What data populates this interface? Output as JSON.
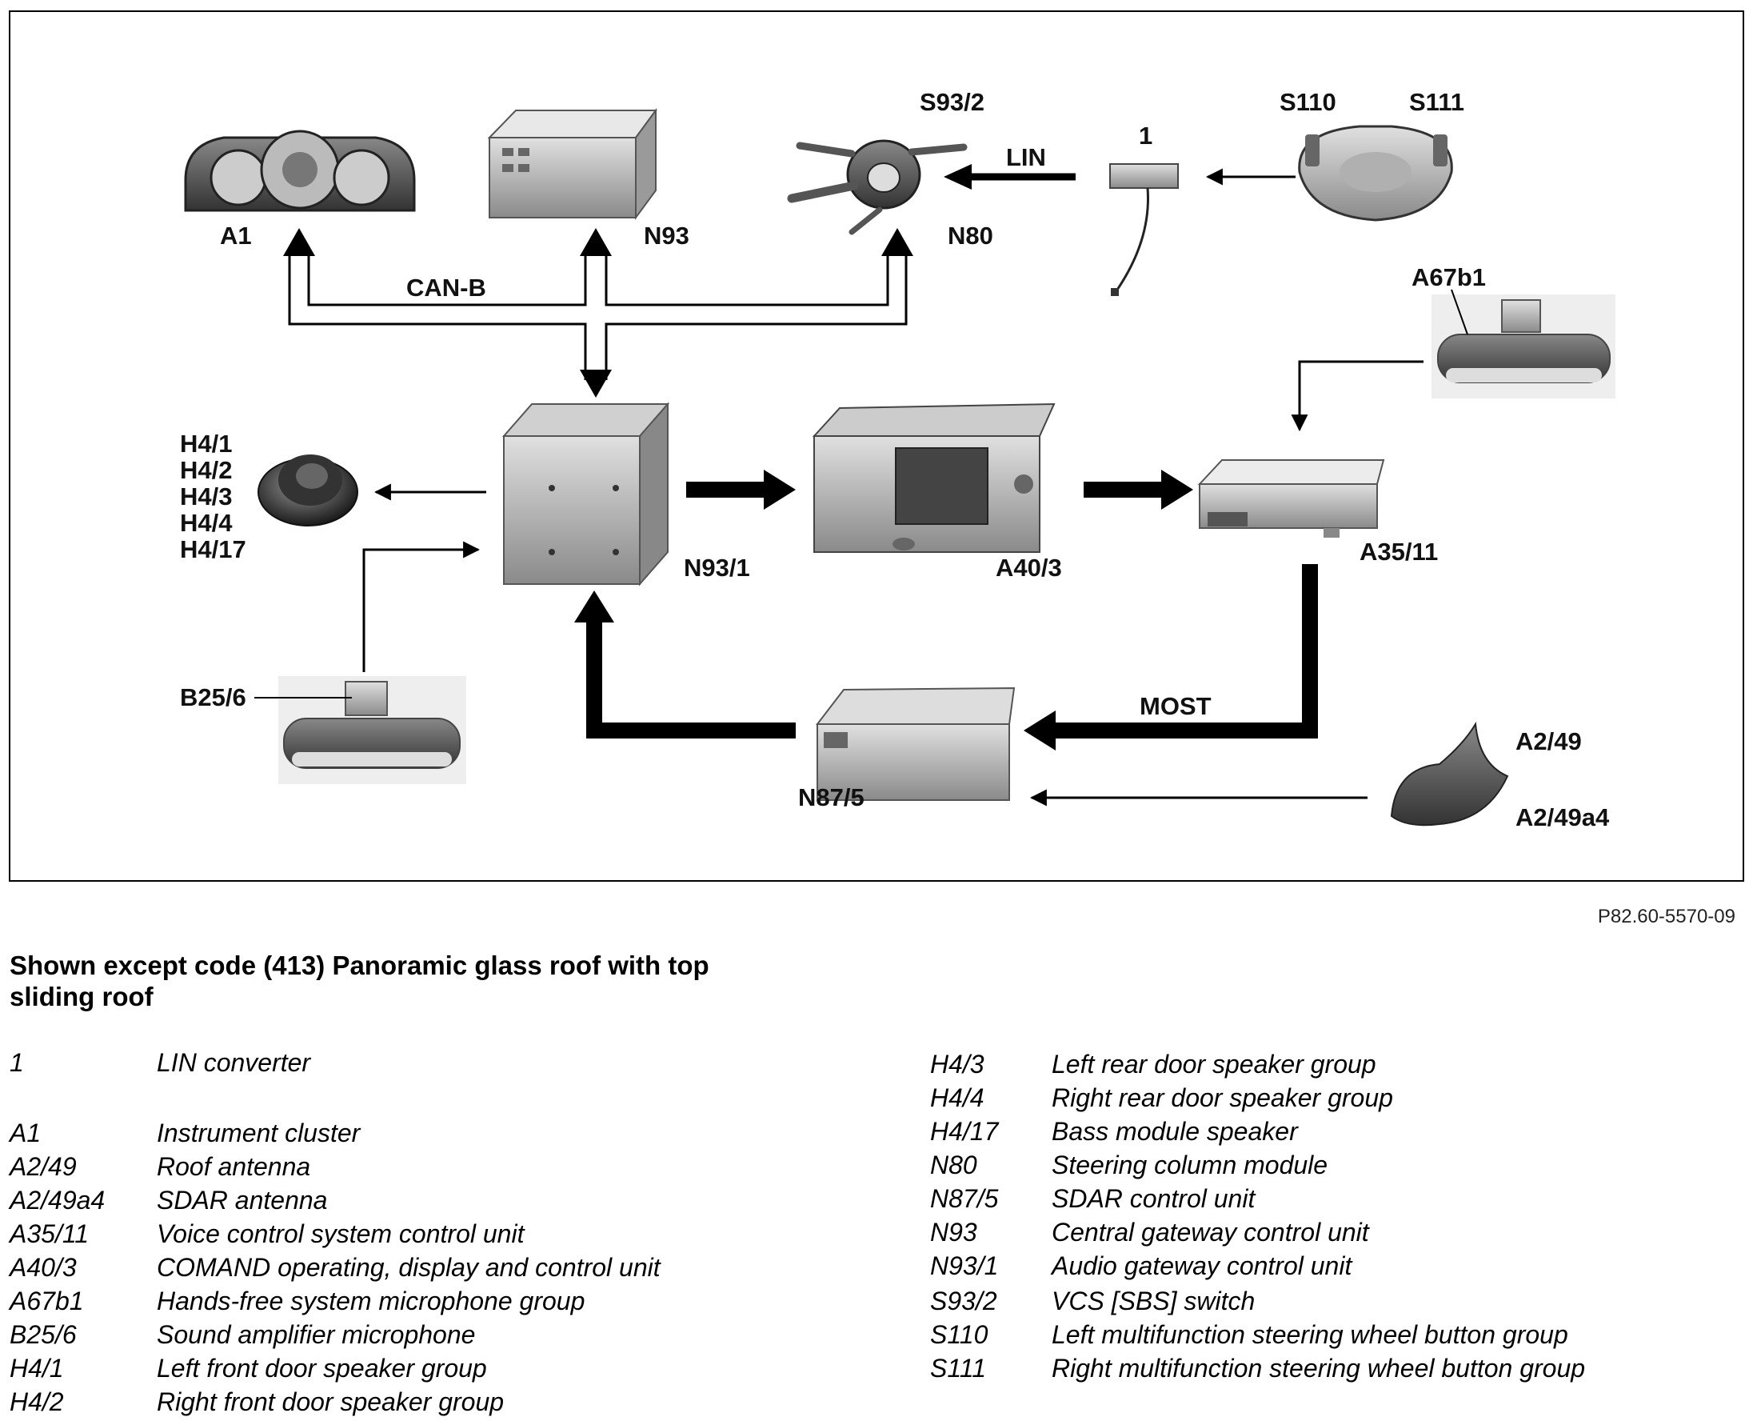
{
  "diagram": {
    "labels": {
      "a1": "A1",
      "n93": "N93",
      "s93_2": "S93/2",
      "n80": "N80",
      "lin_converter": "1",
      "s110": "S110",
      "s111": "S111",
      "lin": "LIN",
      "can_b": "CAN-B",
      "a67b1": "A67b1",
      "h4_list": [
        "H4/1",
        "H4/2",
        "H4/3",
        "H4/4",
        "H4/17"
      ],
      "n93_1": "N93/1",
      "a40_3": "A40/3",
      "a35_11": "A35/11",
      "b25_6": "B25/6",
      "most": "MOST",
      "n87_5": "N87/5",
      "a2_49": "A2/49",
      "a2_49a4": "A2/49a4"
    },
    "reference": "P82.60-5570-09"
  },
  "caption": "Shown except code (413) Panoramic glass roof with top sliding roof",
  "legend": {
    "left": [
      {
        "code": "1",
        "desc": "LIN converter"
      },
      {
        "code": "A1",
        "desc": "Instrument cluster"
      },
      {
        "code": "A2/49",
        "desc": "Roof antenna"
      },
      {
        "code": "A2/49a4",
        "desc": "SDAR antenna"
      },
      {
        "code": "A35/11",
        "desc": "Voice control system control unit"
      },
      {
        "code": "A40/3",
        "desc": "COMAND operating, display and control unit"
      },
      {
        "code": "A67b1",
        "desc": "Hands-free system microphone group"
      },
      {
        "code": "B25/6",
        "desc": "Sound amplifier microphone"
      },
      {
        "code": "H4/1",
        "desc": "Left front door speaker group"
      },
      {
        "code": "H4/2",
        "desc": "Right front door speaker group"
      }
    ],
    "right": [
      {
        "code": "H4/3",
        "desc": "Left rear door speaker group"
      },
      {
        "code": "H4/4",
        "desc": "Right rear door speaker group"
      },
      {
        "code": "H4/17",
        "desc": "Bass module speaker"
      },
      {
        "code": "N80",
        "desc": "Steering column module"
      },
      {
        "code": "N87/5",
        "desc": "SDAR control unit"
      },
      {
        "code": "N93",
        "desc": "Central gateway control unit"
      },
      {
        "code": "N93/1",
        "desc": "Audio gateway control unit"
      },
      {
        "code": "S93/2",
        "desc": "VCS [SBS] switch"
      },
      {
        "code": "S110",
        "desc": "Left multifunction steering wheel button group"
      },
      {
        "code": "S111",
        "desc": "Right multifunction steering wheel button group"
      }
    ]
  }
}
